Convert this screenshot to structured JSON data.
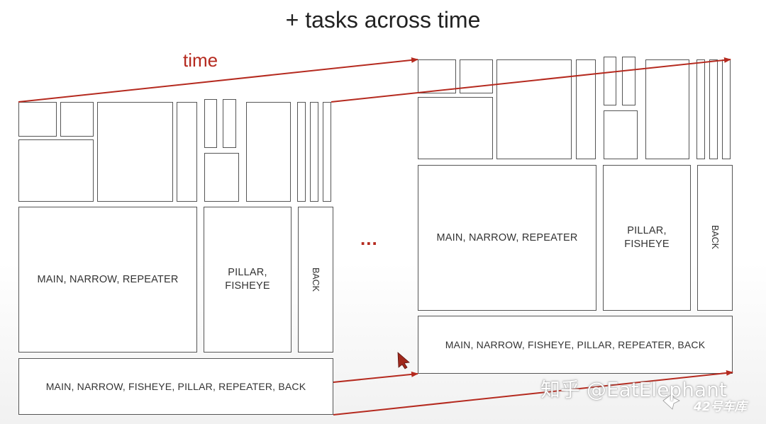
{
  "title": "+ tasks across time",
  "time_label": "time",
  "ellipsis": "...",
  "watermark": "知乎 @EatElephant",
  "logo_text": "42号车库",
  "colors": {
    "arrow": "#b52a1f",
    "box_border": "#555555",
    "text": "#333333"
  },
  "left_panel": {
    "main_label": "MAIN, NARROW, REPEATER",
    "pillar_label_line1": "PILLAR,",
    "pillar_label_line2": "FISHEYE",
    "back_label": "BACK",
    "combined_label": "MAIN, NARROW, FISHEYE, PILLAR, REPEATER, BACK"
  },
  "right_panel": {
    "main_label": "MAIN, NARROW, REPEATER",
    "pillar_label_line1": "PILLAR,",
    "pillar_label_line2": "FISHEYE",
    "back_label": "BACK",
    "combined_label": "MAIN, NARROW, FISHEYE, PILLAR, REPEATER, BACK"
  },
  "icons": {
    "cursor": "mouse-cursor-icon",
    "logo": "garage-logo-icon"
  }
}
